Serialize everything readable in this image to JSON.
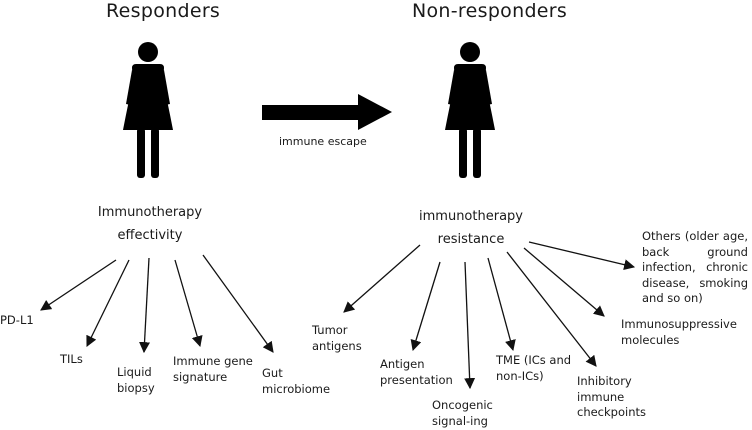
{
  "colors": {
    "figure": "#000000",
    "text": "#1a1a1a",
    "arrow": "#111111",
    "background": "#ffffff"
  },
  "responders": {
    "title": "Responders",
    "figure_icon": "woman-figure-icon",
    "label_line1": "Immunotherapy",
    "label_line2": "effectivity",
    "leaves": [
      {
        "id": "pd-l1",
        "text": "PD-L1"
      },
      {
        "id": "tils",
        "text": "TILs"
      },
      {
        "id": "liquid-biopsy",
        "text": "Liquid biopsy"
      },
      {
        "id": "immune-gene-signature",
        "text": "Immune gene signature"
      },
      {
        "id": "gut-microbiome",
        "text": "Gut microbiome"
      }
    ]
  },
  "transition": {
    "icon": "right-arrow-icon",
    "label": "immune escape"
  },
  "non_responders": {
    "title": "Non-responders",
    "figure_icon": "woman-figure-icon",
    "label_line1": "immunotherapy",
    "label_line2": "resistance",
    "leaves": [
      {
        "id": "tumor-antigens",
        "text": "Tumor antigens"
      },
      {
        "id": "antigen-presentation",
        "text": "Antigen presentation"
      },
      {
        "id": "oncogenic-signaling",
        "text": "Oncogenic signal-ing pathways"
      },
      {
        "id": "tme",
        "text": "TME (ICs and non-ICs)"
      },
      {
        "id": "inhibitory-checkpoints",
        "text": "Inhibitory immune checkpoints"
      },
      {
        "id": "immunosuppressive-molecules",
        "text": "Immunosuppressive molecules"
      },
      {
        "id": "others",
        "text": "Others (older age, back ground infection, chronic disease, smoking and so on)"
      }
    ]
  }
}
